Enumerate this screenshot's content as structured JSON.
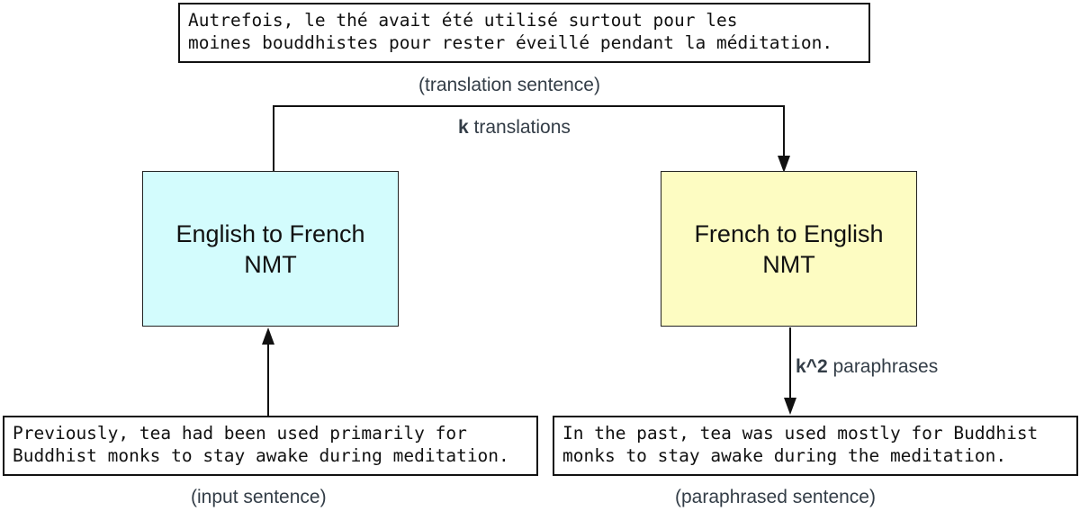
{
  "colors": {
    "en_fr_fill": "#d3fcfd",
    "fr_en_fill": "#fdfcc2",
    "stroke": "#111111",
    "label_text": "#333d47"
  },
  "translation_box": {
    "line1": "Autrefois, le thé avait été utilisé surtout pour les",
    "line2": "moines bouddhistes pour rester éveillé pendant la méditation.",
    "caption": "(translation sentence)"
  },
  "en_fr_nmt": {
    "line1": "English to French",
    "line2": "NMT"
  },
  "fr_en_nmt": {
    "line1": "French to English",
    "line2": "NMT"
  },
  "input_box": {
    "line1": "Previously, tea had been used primarily for",
    "line2": "Buddhist monks to stay awake during meditation.",
    "caption": "(input sentence)"
  },
  "paraphrase_box": {
    "line1": "In the past, tea was used mostly for Buddhist",
    "line2": "monks to stay awake during the meditation.",
    "caption": "(paraphrased sentence)"
  },
  "edges": {
    "translations": {
      "bold": "k",
      "text": " translations"
    },
    "paraphrases": {
      "bold": "k^2",
      "text": " paraphrases"
    }
  }
}
